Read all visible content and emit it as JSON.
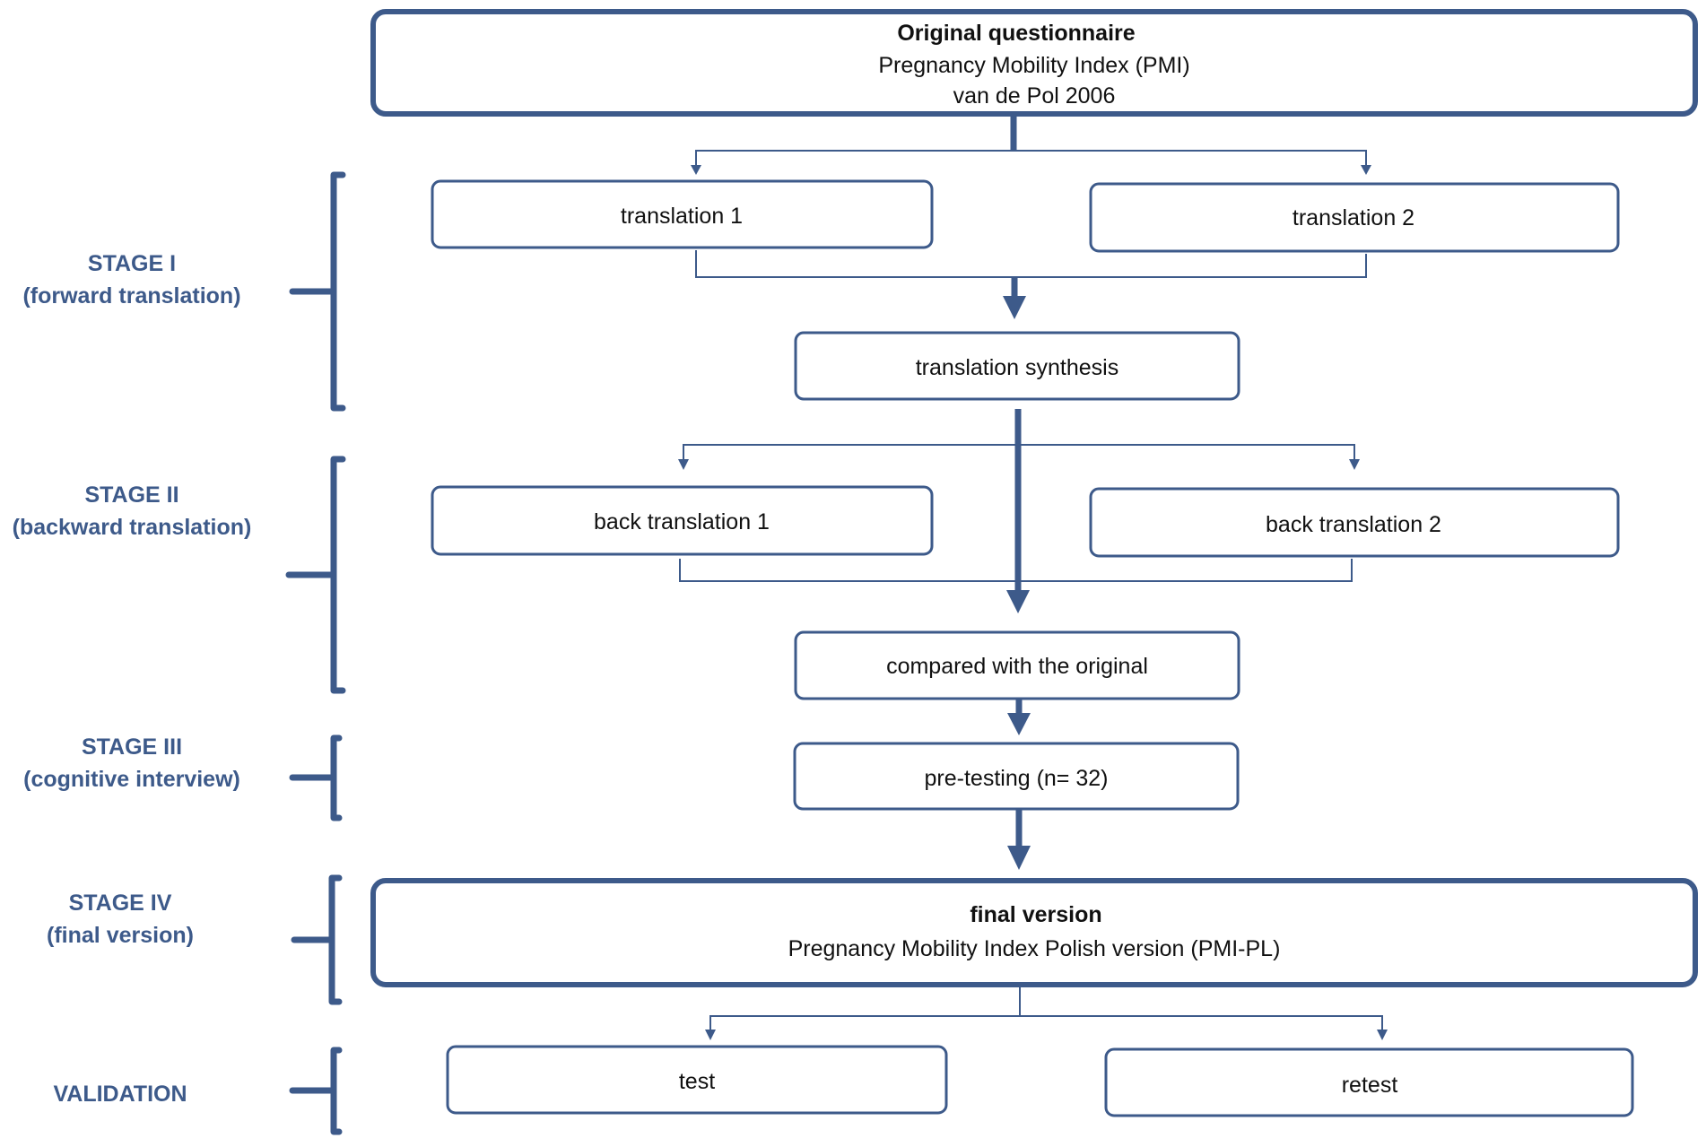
{
  "colors": {
    "accent": "#3d5a8a",
    "text": "#111111",
    "background": "#ffffff"
  },
  "stages": {
    "stage1": {
      "title": "STAGE I",
      "subtitle": "(forward translation)"
    },
    "stage2": {
      "title": "STAGE II",
      "subtitle": "(backward translation)"
    },
    "stage3": {
      "title": "STAGE III",
      "subtitle": "(cognitive interview)"
    },
    "stage4": {
      "title": "STAGE IV",
      "subtitle": "(final version)"
    },
    "validation": {
      "title": "VALIDATION"
    }
  },
  "boxes": {
    "original": {
      "title": "Original questionnaire",
      "line1": "Pregnancy Mobility Index (PMI)",
      "line2": "van de Pol 2006"
    },
    "translation1": "translation 1",
    "translation2": "translation 2",
    "synthesis": "translation synthesis",
    "back1": "back translation 1",
    "back2": "back translation 2",
    "compared": "compared with the original",
    "pretesting": "pre-testing (n= 32)",
    "final": {
      "title": "final version",
      "line1": "Pregnancy Mobility Index Polish version (PMI-PL)"
    },
    "test": "test",
    "retest": "retest"
  }
}
